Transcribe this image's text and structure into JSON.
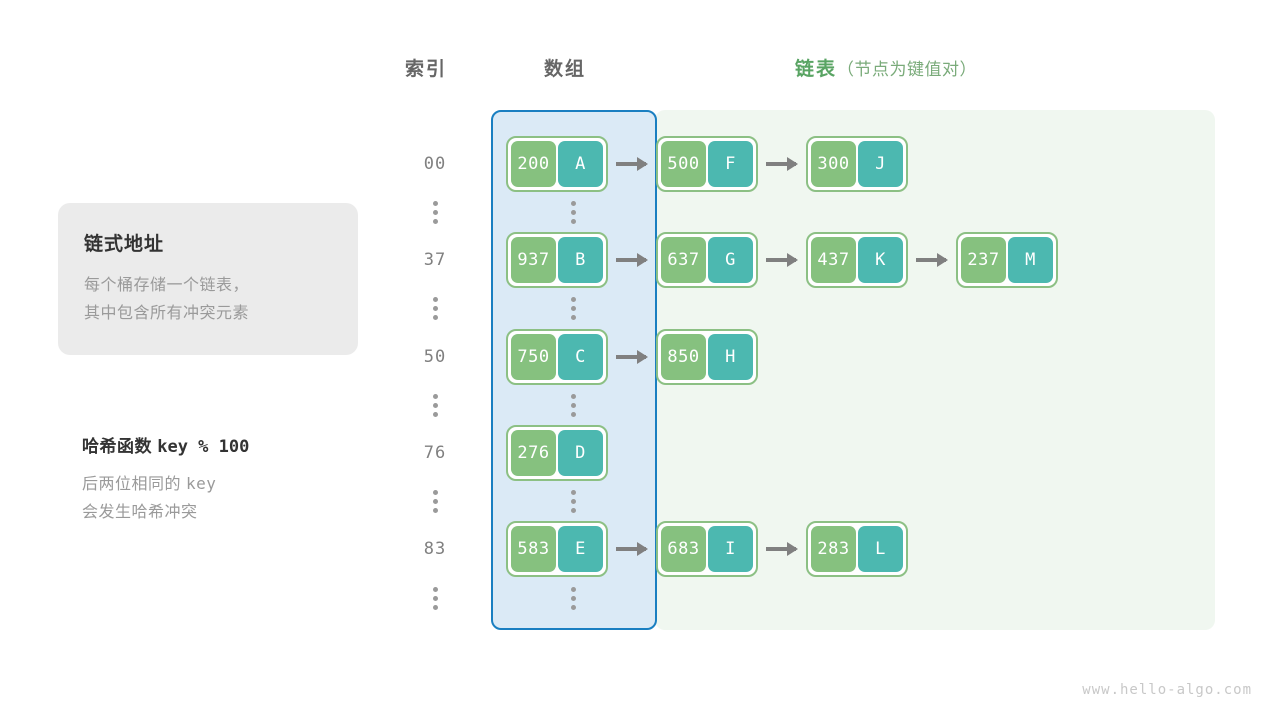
{
  "headers": {
    "index": "索引",
    "array": "数组",
    "linked_list_main": "链表",
    "linked_list_sub": "（节点为键值对）"
  },
  "info_card": {
    "title": "链式地址",
    "line1": "每个桶存储一个链表，",
    "line2": "其中包含所有冲突元素"
  },
  "hash_note": {
    "title_label": "哈希函数",
    "title_expr": "key % 100",
    "line1_text": "后两位相同的",
    "line1_mono": "key",
    "line2": "会发生哈希冲突"
  },
  "colors": {
    "key_cell": "#86c17f",
    "value_cell": "#4cb8b0",
    "node_border": "#8cc084",
    "array_panel_bg": "#dbeaf6",
    "array_panel_border": "#1a7fc1",
    "linked_panel_bg": "#f0f7f0",
    "arrow": "#808080",
    "accent_green": "#59a463",
    "index_text": "#808080"
  },
  "buckets": [
    {
      "index": "00",
      "nodes": [
        {
          "key": "200",
          "value": "A"
        },
        {
          "key": "500",
          "value": "F"
        },
        {
          "key": "300",
          "value": "J"
        }
      ]
    },
    {
      "index": "37",
      "nodes": [
        {
          "key": "937",
          "value": "B"
        },
        {
          "key": "637",
          "value": "G"
        },
        {
          "key": "437",
          "value": "K"
        },
        {
          "key": "237",
          "value": "M"
        }
      ]
    },
    {
      "index": "50",
      "nodes": [
        {
          "key": "750",
          "value": "C"
        },
        {
          "key": "850",
          "value": "H"
        }
      ]
    },
    {
      "index": "76",
      "nodes": [
        {
          "key": "276",
          "value": "D"
        }
      ]
    },
    {
      "index": "83",
      "nodes": [
        {
          "key": "583",
          "value": "E"
        },
        {
          "key": "683",
          "value": "I"
        },
        {
          "key": "283",
          "value": "L"
        }
      ]
    }
  ],
  "ellipsis_glyph": "⋮",
  "watermark": "www.hello-algo.com"
}
